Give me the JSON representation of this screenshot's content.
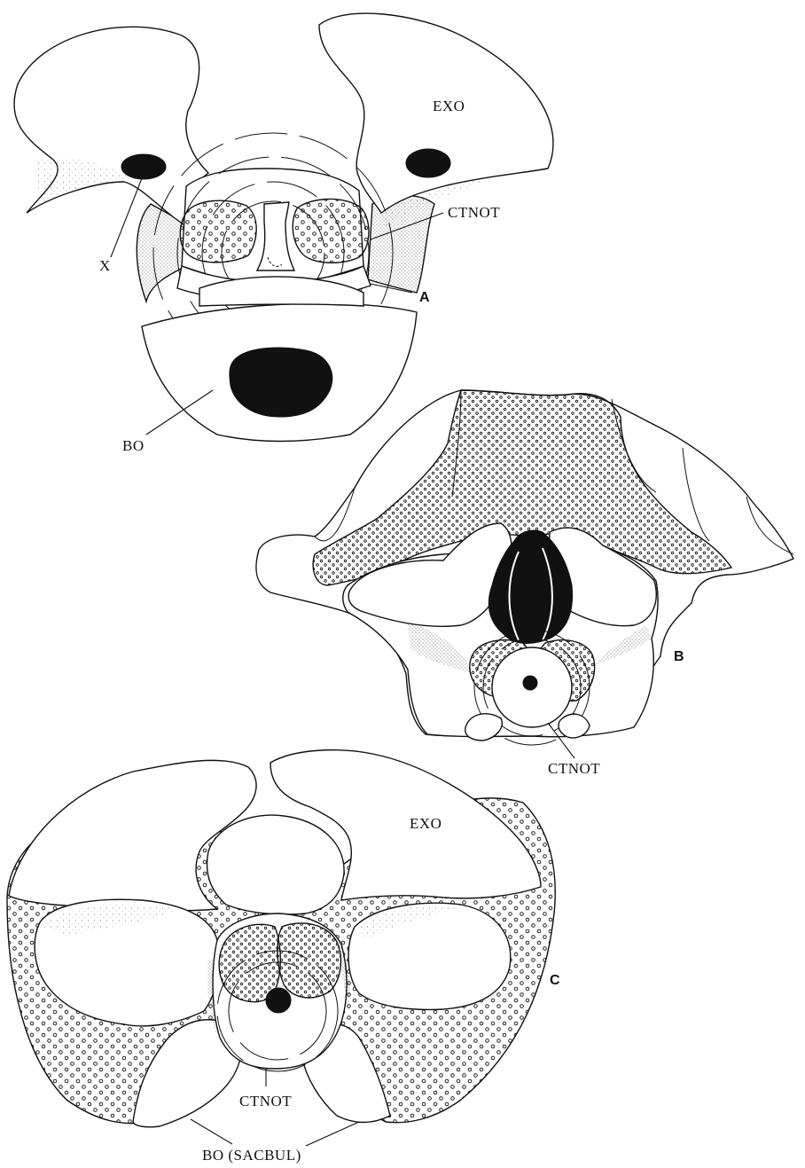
{
  "figure_a": {
    "panel_label": "A",
    "labels": {
      "exo": "EXO",
      "x": "X",
      "ctnot": "CTNOT",
      "bo": "BO"
    }
  },
  "figure_b": {
    "panel_label": "B",
    "labels": {
      "ctnot": "CTNOT"
    }
  },
  "figure_c": {
    "panel_label": "C",
    "labels": {
      "exo": "EXO",
      "ctnot": "CTNOT",
      "bo_sacbul": "BO (SACBUL)"
    }
  }
}
